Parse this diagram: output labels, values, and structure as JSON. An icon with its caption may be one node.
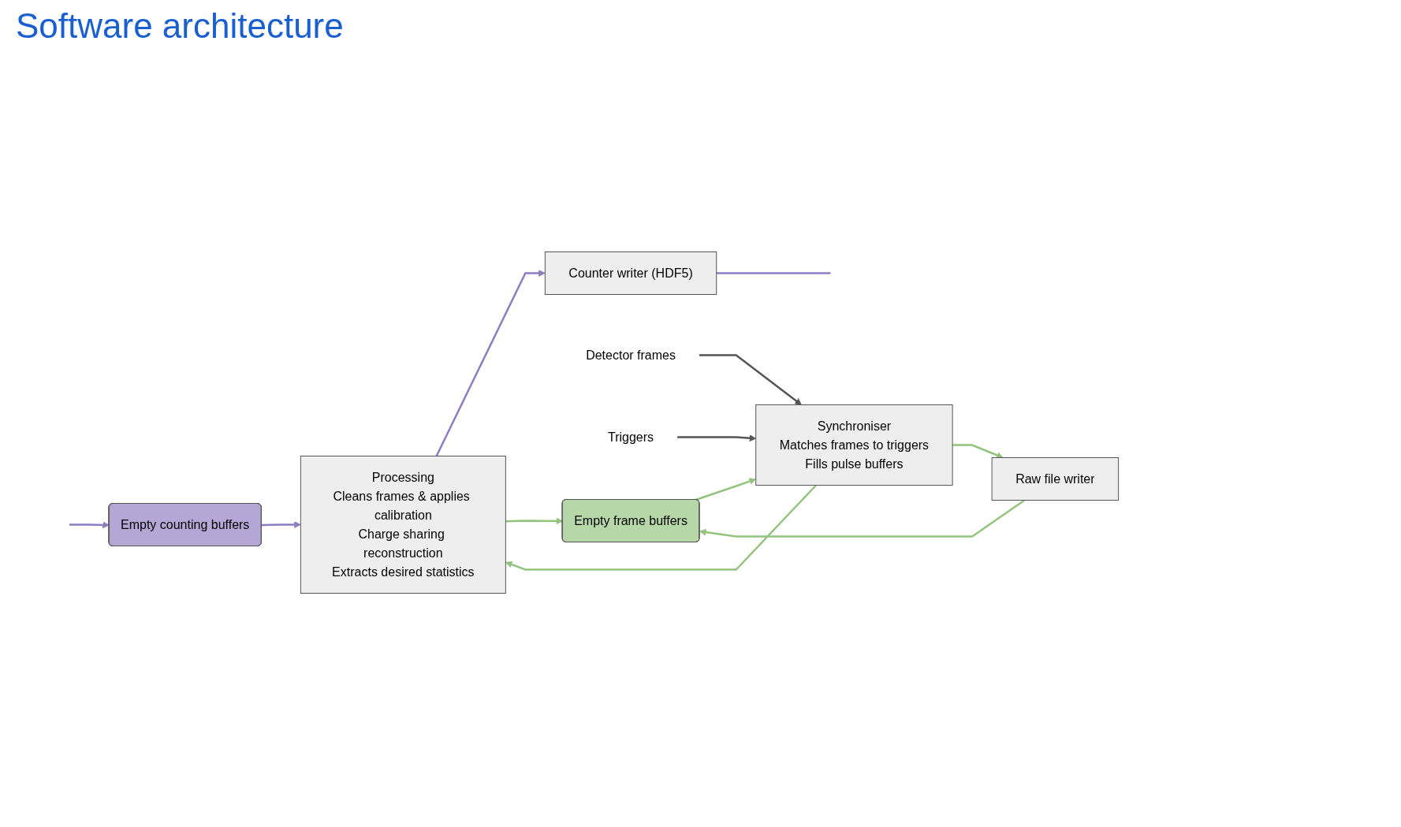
{
  "diagram": {
    "title": "Software architecture",
    "nodes": [
      {
        "text": [
          "Empty counting buffers"
        ]
      },
      {
        "text": [
          "Synchroniser",
          "Matches frames to triggers",
          "Fills pulse buffers"
        ]
      },
      {
        "text": [
          "Processing",
          "Cleans frames & applies calibration",
          "Charge sharing reconstruction",
          "Extracts desired statistics"
        ]
      },
      {
        "text": [
          "Counter writer (HDF5)"
        ]
      },
      {
        "text": [
          "Detector frames"
        ]
      },
      {
        "text": [
          "Triggers"
        ]
      },
      {
        "text": [
          "Raw file writer"
        ]
      },
      {
        "text": [
          "Empty frame buffers"
        ]
      }
    ],
    "edges": [
      {
        "from": null,
        "to": 0,
        "arrow": "to",
        "color": "#8e7cc3"
      },
      {
        "from": 0,
        "to": 2,
        "arrow": "to",
        "color": "#8e7cc3"
      },
      {
        "from": 2,
        "to": 3,
        "arrow": "to",
        "color": "#8e7cc3"
      },
      {
        "from": 3,
        "to": null,
        "arrow": "none",
        "color": "#8e7cc3"
      },
      {
        "from": 4,
        "to": 1,
        "arrow": "to",
        "color": "#555555"
      },
      {
        "from": 5,
        "to": 1,
        "arrow": "to",
        "color": "#555555"
      },
      {
        "from": 1,
        "to": 2,
        "arrow": "to",
        "color": "#93c47d"
      },
      {
        "from": 1,
        "to": 6,
        "arrow": "to",
        "color": "#93c47d"
      },
      {
        "from": 2,
        "to": 7,
        "arrow": "to",
        "color": "#93c47d"
      },
      {
        "from": 6,
        "to": 7,
        "arrow": "to",
        "color": "#93c47d"
      },
      {
        "from": 7,
        "to": 1,
        "arrow": "to",
        "color": "#93c47d"
      }
    ]
  }
}
